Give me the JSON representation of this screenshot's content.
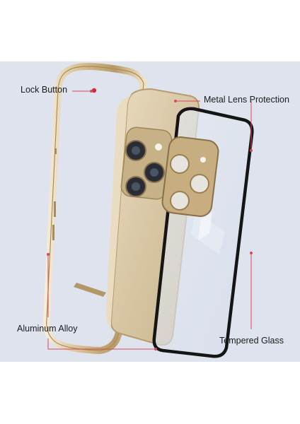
{
  "labels": {
    "lock_button": "Lock Button",
    "metal_lens_protection": "Metal Lens Protection",
    "aluminum_alloy": "Aluminum Alloy",
    "tempered_glass": "Tempered Glass"
  },
  "colors": {
    "background_panel": "#dfe3ee",
    "gold_frame": "#d9c59f",
    "gold_back": "#d8c6a6",
    "glass_edge": "#151515",
    "callout_line": "#d44a5c",
    "lock_button": "#d82a2a"
  }
}
